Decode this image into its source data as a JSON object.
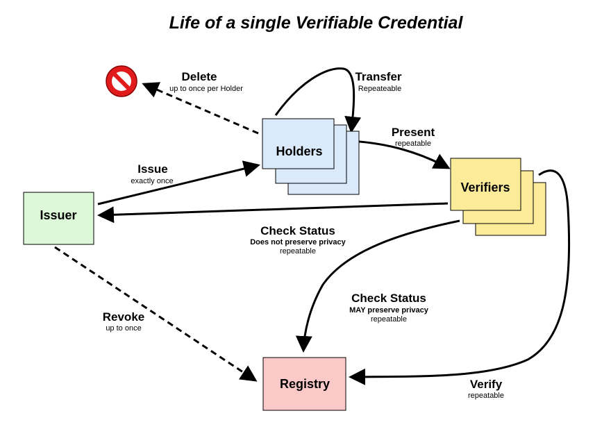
{
  "title": "Life of a single Verifiable Credential",
  "colors": {
    "holders_fill": "#dbeafb",
    "verifiers_fill": "#fcec9a",
    "issuer_fill": "#ddf8d8",
    "registry_fill": "#fbc9c8",
    "delete_icon_red": "#e11b1b"
  },
  "nodes": {
    "holders": "Holders",
    "verifiers": "Verifiers",
    "issuer": "Issuer",
    "registry": "Registry"
  },
  "icons": {
    "delete": "prohibited-icon"
  },
  "edges": {
    "delete": {
      "label": "Delete",
      "sub": "up to once per Holder"
    },
    "transfer": {
      "label": "Transfer",
      "sub": "Repeateable"
    },
    "present": {
      "label": "Present",
      "sub": "repeatable"
    },
    "issue": {
      "label": "Issue",
      "sub": "exactly once"
    },
    "check_status_issuer": {
      "label": "Check Status",
      "sub1": "Does not preserve privacy",
      "sub2": "repeatable"
    },
    "check_status_registry": {
      "label": "Check Status",
      "sub1": "MAY preserve privacy",
      "sub2": "repeatable"
    },
    "revoke": {
      "label": "Revoke",
      "sub": "up to once"
    },
    "verify": {
      "label": "Verify",
      "sub": "repeatable"
    }
  }
}
